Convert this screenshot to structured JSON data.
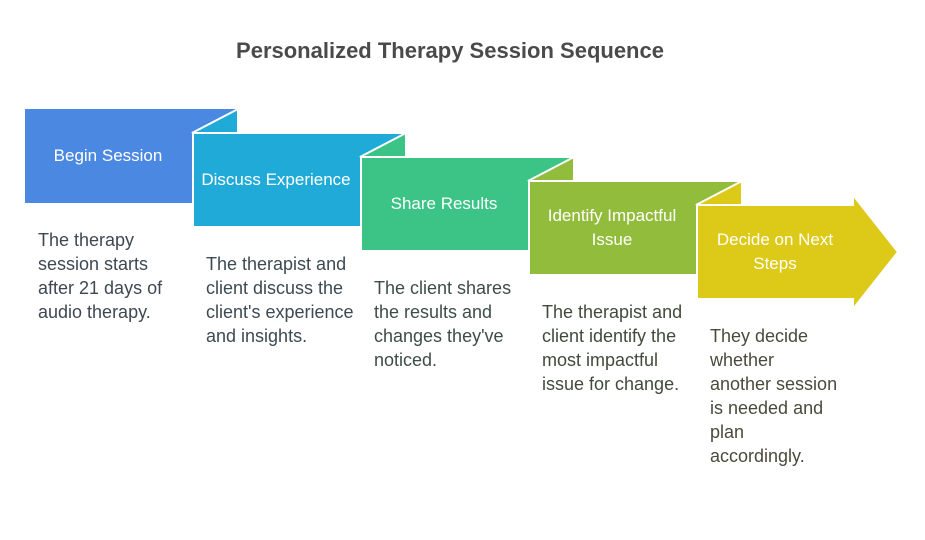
{
  "title": "Personalized Therapy Session Sequence",
  "steps": [
    {
      "label": "Begin Session",
      "description": "The therapy session starts after 21 days of audio therapy.",
      "color": "#4B88E2",
      "text_color": "#3f4852"
    },
    {
      "label": "Discuss Experience",
      "description": "The therapist and client discuss the client's experience and insights.",
      "color": "#20AAD8",
      "text_color": "#3c4a52"
    },
    {
      "label": "Share Results",
      "description": "The client shares the results and changes they've noticed.",
      "color": "#3CC486",
      "text_color": "#3e4d46"
    },
    {
      "label": "Identify Impactful Issue",
      "description": "The therapist and client identify the most impactful issue for change.",
      "color": "#92BC3C",
      "text_color": "#434a3c"
    },
    {
      "label": "Decide on Next Steps",
      "description": "They decide whether another session is needed and plan accordingly.",
      "color": "#DDC918",
      "text_color": "#4a4a3c"
    }
  ]
}
